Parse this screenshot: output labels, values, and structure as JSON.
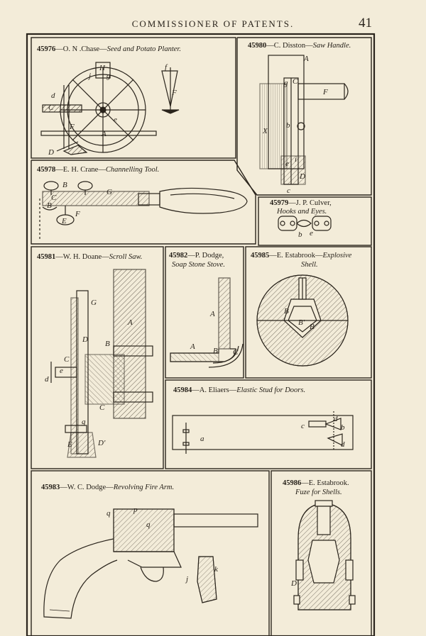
{
  "header": {
    "title": "COMMISSIONER OF PATENTS.",
    "page_number": "41"
  },
  "patents": [
    {
      "number": "45976",
      "inventor": "O. N .Chase",
      "title": "Seed and Potato Planter."
    },
    {
      "number": "45980",
      "inventor": "C. Disston",
      "title": "Saw Handle."
    },
    {
      "number": "45978",
      "inventor": "E. H. Crane",
      "title": "Channelling Tool."
    },
    {
      "number": "45979",
      "inventor": "J. P. Culver,",
      "title": "Hooks and Eyes."
    },
    {
      "number": "45981",
      "inventor": "W. H. Doane",
      "title": "Scroll Saw."
    },
    {
      "number": "45982",
      "inventor": "P. Dodge,",
      "title": "Soap Stone Stove."
    },
    {
      "number": "45985",
      "inventor": "E. Estabrook",
      "title": "Explosive Shell."
    },
    {
      "number": "45984",
      "inventor": "A. Eliaers",
      "title": "Elastic Stud for Doors."
    },
    {
      "number": "45983",
      "inventor": "W. C. Dodge",
      "title": "Revolving Fire Arm."
    },
    {
      "number": "45986",
      "inventor": "E. Estabrook.",
      "title": "Fuze for Shells."
    }
  ],
  "figure_labels": {
    "chase": [
      "H",
      "j",
      "g",
      "d",
      "C",
      "e",
      "F",
      "A",
      "D",
      "f",
      "F"
    ],
    "disston": [
      "A",
      "g",
      "C",
      "F",
      "X",
      "b",
      "e",
      "i",
      "D",
      "c"
    ],
    "crane": [
      "B",
      "G",
      "C",
      "B",
      "E",
      "F"
    ],
    "culver": [
      "b",
      "e"
    ],
    "doane": [
      "G",
      "D",
      "A",
      "B",
      "C",
      "e",
      "d",
      "C",
      "g",
      "E",
      "D'"
    ],
    "dodge_stove": [
      "A",
      "A",
      "B",
      "C"
    ],
    "estabrook_shell": [
      "B",
      "B'",
      "B"
    ],
    "eliaers": [
      "a",
      "c",
      "d",
      "b",
      "d"
    ],
    "dodge_arm": [
      "q",
      "p",
      "q",
      "j",
      "k"
    ],
    "estabrook_fuze": [
      "D"
    ]
  }
}
